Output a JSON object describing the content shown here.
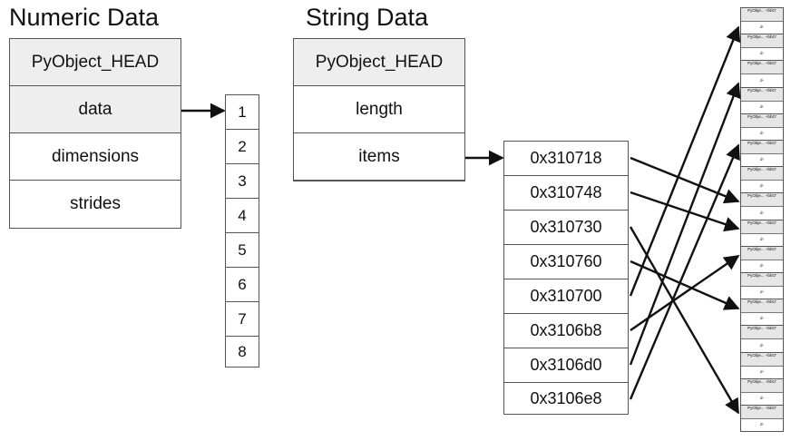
{
  "numeric": {
    "title": "Numeric Data",
    "fields": [
      "PyObject_HEAD",
      "data",
      "dimensions",
      "strides"
    ],
    "values": [
      "1",
      "2",
      "3",
      "4",
      "5",
      "6",
      "7",
      "8"
    ]
  },
  "string": {
    "title": "String Data",
    "fields": [
      "PyObject_HEAD",
      "length",
      "items"
    ],
    "addresses": [
      "0x310718",
      "0x310748",
      "0x310730",
      "0x310760",
      "0x310700",
      "0x3106b8",
      "0x3106d0",
      "0x3106e8"
    ]
  },
  "memory_column": {
    "block_top_label": "PyObje... +bbO'",
    "block_bottom_label": "d‑",
    "block_count": 16
  },
  "colors": {
    "header_fill": "#eeeeee",
    "stroke": "#111111"
  }
}
